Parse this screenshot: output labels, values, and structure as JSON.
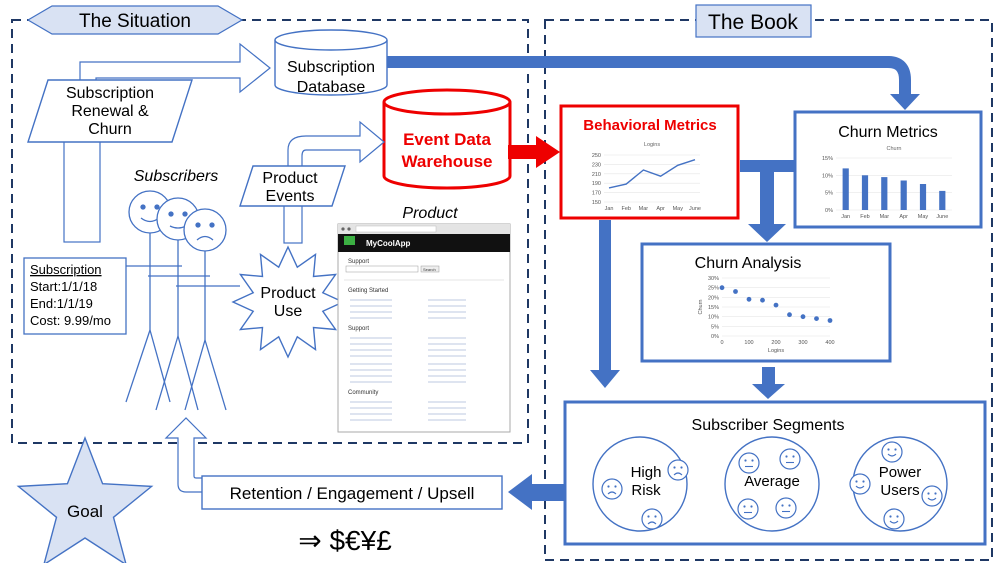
{
  "situation": {
    "title": "The Situation",
    "subscription_db": [
      "Subscription",
      "Database"
    ],
    "renewal": [
      "Subscription",
      "Renewal &",
      "Churn"
    ],
    "event_warehouse": [
      "Event Data",
      "Warehouse"
    ],
    "subscribers": "Subscribers",
    "product_events": [
      "Product",
      "Events"
    ],
    "product_label": "Product",
    "product_use": [
      "Product",
      "Use"
    ],
    "subscription_card": {
      "heading": "Subscription",
      "lines": [
        "Start:1/1/18",
        "End:1/1/19",
        "Cost: 9.99/mo"
      ]
    }
  },
  "book": {
    "title": "The Book",
    "behavioral_metrics": "Behavioral Metrics",
    "churn_metrics": "Churn Metrics",
    "churn_analysis": "Churn Analysis",
    "subscriber_segments": "Subscriber Segments",
    "segments": [
      {
        "label": [
          "High",
          "Risk"
        ],
        "mood": "sad"
      },
      {
        "label": [
          "Average"
        ],
        "mood": "neutral"
      },
      {
        "label": [
          "Power",
          "Users"
        ],
        "mood": "happy"
      }
    ]
  },
  "outcome": {
    "retention": "Retention / Engagement / Upsell",
    "goal": "Goal",
    "money": "⇒ $€¥£"
  },
  "app_screenshot": {
    "app_name": "MyCoolApp",
    "support": "Support",
    "search": "Search",
    "getting_started": "Getting Started",
    "support_section": "Support",
    "community": "Community"
  },
  "chart_data": [
    {
      "type": "line",
      "title": "Logins",
      "categories": [
        "Jan",
        "Feb",
        "Mar",
        "Apr",
        "May",
        "June"
      ],
      "values": [
        180,
        188,
        218,
        205,
        228,
        240
      ],
      "yticks": [
        150,
        170,
        190,
        210,
        230,
        250
      ],
      "ylim": [
        150,
        250
      ],
      "color": "#4472c4"
    },
    {
      "type": "bar",
      "title": "Churn",
      "categories": [
        "Jan",
        "Feb",
        "Mar",
        "Apr",
        "May",
        "June"
      ],
      "values": [
        12,
        10,
        9.5,
        8.5,
        7.5,
        5.5
      ],
      "yticks": [
        "0%",
        "5%",
        "10%",
        "15%"
      ],
      "ylim": [
        0,
        15
      ],
      "color": "#4472c4"
    },
    {
      "type": "scatter",
      "xlabel": "Logins",
      "ylabel": "Churn",
      "x": [
        0,
        50,
        100,
        150,
        200,
        250,
        300,
        350,
        400
      ],
      "y": [
        25,
        23,
        19,
        18.5,
        16,
        11,
        10,
        9,
        8
      ],
      "xticks": [
        0,
        100,
        200,
        300,
        400
      ],
      "yticks": [
        "0%",
        "5%",
        "10%",
        "15%",
        "20%",
        "25%",
        "30%"
      ],
      "xlim": [
        0,
        400
      ],
      "ylim": [
        0,
        30
      ],
      "color": "#4472c4"
    }
  ]
}
